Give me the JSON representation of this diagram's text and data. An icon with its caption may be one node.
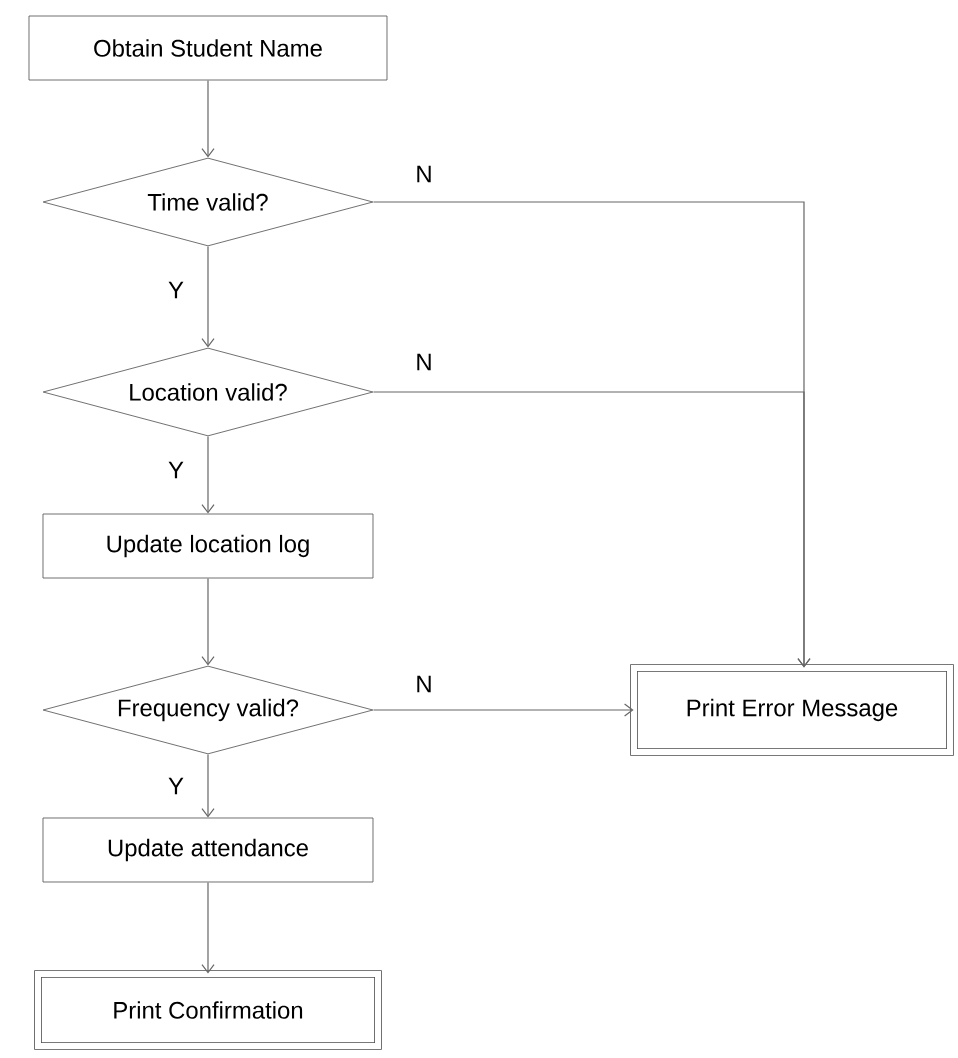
{
  "diagram": {
    "nodes": [
      {
        "text": [
          "Obtain Student Name"
        ]
      },
      {
        "text": [
          "Time valid?"
        ]
      },
      {
        "text": [
          "Location valid?"
        ]
      },
      {
        "text": [
          "Update location log"
        ]
      },
      {
        "text": [
          "Frequency valid?"
        ]
      },
      {
        "text": [
          "Update attendance"
        ]
      },
      {
        "text": [
          "Print Confirmation"
        ]
      },
      {
        "text": [
          "Print Error Message"
        ]
      }
    ],
    "edges": [
      {
        "from": 0,
        "to": 1,
        "arrow": "to"
      },
      {
        "from": 1,
        "to": 2,
        "arrow": "to",
        "label": "Y"
      },
      {
        "from": 1,
        "to": 7,
        "arrow": "to",
        "label": "N"
      },
      {
        "from": 2,
        "to": 3,
        "arrow": "to",
        "label": "Y"
      },
      {
        "from": 2,
        "to": 7,
        "arrow": "to",
        "label": "N"
      },
      {
        "from": 3,
        "to": 4,
        "arrow": "to"
      },
      {
        "from": 4,
        "to": 7,
        "arrow": "to",
        "label": "N"
      },
      {
        "from": 4,
        "to": 5,
        "arrow": "to",
        "label": "Y"
      },
      {
        "from": 5,
        "to": 6,
        "arrow": "to"
      }
    ]
  }
}
